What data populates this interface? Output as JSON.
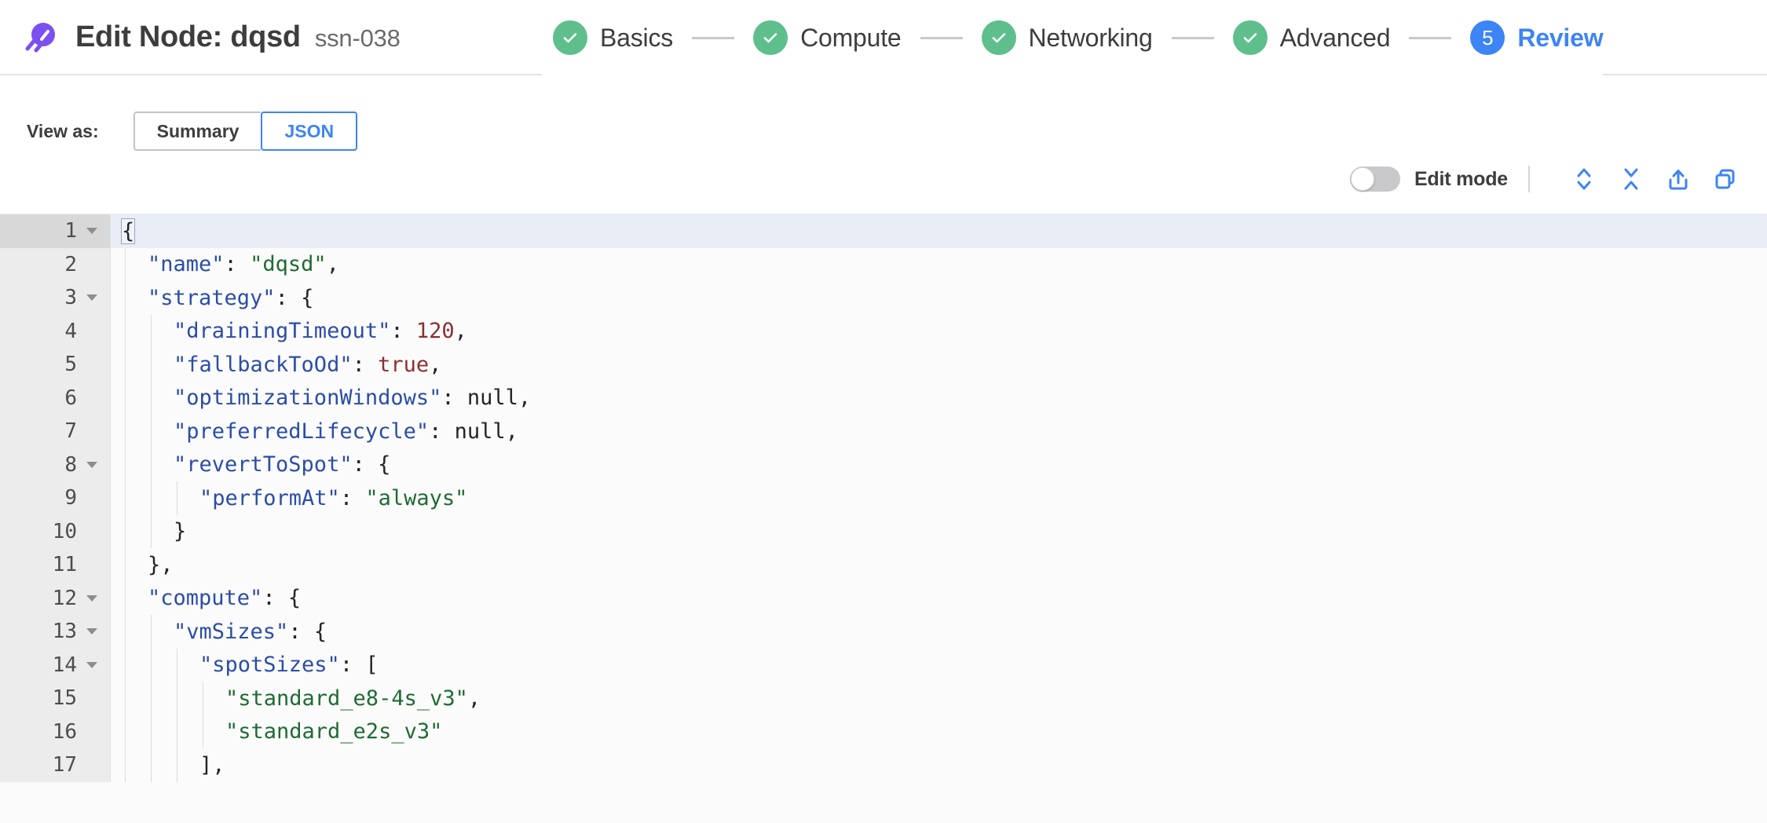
{
  "header": {
    "logo_icon": "spot-comet-logo",
    "title": "Edit Node: dqsd",
    "node_id": "ssn-038",
    "steps": [
      {
        "label": "Basics",
        "state": "done",
        "badge": "check"
      },
      {
        "label": "Compute",
        "state": "done",
        "badge": "check"
      },
      {
        "label": "Networking",
        "state": "done",
        "badge": "check"
      },
      {
        "label": "Advanced",
        "state": "done",
        "badge": "check"
      },
      {
        "label": "Review",
        "state": "current",
        "badge": "5"
      }
    ]
  },
  "view_as": {
    "label": "View as:",
    "options": [
      {
        "label": "Summary",
        "selected": false
      },
      {
        "label": "JSON",
        "selected": true
      }
    ]
  },
  "editor_toolbar": {
    "edit_mode_label": "Edit mode",
    "edit_mode_enabled": false,
    "icons": [
      {
        "name": "expand-all-icon"
      },
      {
        "name": "collapse-all-icon"
      },
      {
        "name": "export-icon"
      },
      {
        "name": "copy-icon"
      }
    ]
  },
  "colors": {
    "accent_blue": "#3d84f5",
    "done_green": "#5ebf8c",
    "logo_purple": "#7c4ff0",
    "json_key": "#2b4da8",
    "json_string": "#1f6b33",
    "json_number": "#8c2f2f",
    "active_line": "#e8edf6"
  },
  "code": {
    "language": "json",
    "active_line": 1,
    "lines": [
      {
        "n": 1,
        "fold": true,
        "indent": 0,
        "tokens": [
          {
            "t": "punc",
            "v": "{",
            "box": true
          }
        ]
      },
      {
        "n": 2,
        "fold": false,
        "indent": 1,
        "tokens": [
          {
            "t": "key",
            "v": "\"name\""
          },
          {
            "t": "punc",
            "v": ": "
          },
          {
            "t": "str",
            "v": "\"dqsd\""
          },
          {
            "t": "punc",
            "v": ","
          }
        ]
      },
      {
        "n": 3,
        "fold": true,
        "indent": 1,
        "tokens": [
          {
            "t": "key",
            "v": "\"strategy\""
          },
          {
            "t": "punc",
            "v": ": {"
          }
        ]
      },
      {
        "n": 4,
        "fold": false,
        "indent": 2,
        "tokens": [
          {
            "t": "key",
            "v": "\"drainingTimeout\""
          },
          {
            "t": "punc",
            "v": ": "
          },
          {
            "t": "num",
            "v": "120"
          },
          {
            "t": "punc",
            "v": ","
          }
        ]
      },
      {
        "n": 5,
        "fold": false,
        "indent": 2,
        "tokens": [
          {
            "t": "key",
            "v": "\"fallbackToOd\""
          },
          {
            "t": "punc",
            "v": ": "
          },
          {
            "t": "bool",
            "v": "true"
          },
          {
            "t": "punc",
            "v": ","
          }
        ]
      },
      {
        "n": 6,
        "fold": false,
        "indent": 2,
        "tokens": [
          {
            "t": "key",
            "v": "\"optimizationWindows\""
          },
          {
            "t": "punc",
            "v": ": "
          },
          {
            "t": "null",
            "v": "null"
          },
          {
            "t": "punc",
            "v": ","
          }
        ]
      },
      {
        "n": 7,
        "fold": false,
        "indent": 2,
        "tokens": [
          {
            "t": "key",
            "v": "\"preferredLifecycle\""
          },
          {
            "t": "punc",
            "v": ": "
          },
          {
            "t": "null",
            "v": "null"
          },
          {
            "t": "punc",
            "v": ","
          }
        ]
      },
      {
        "n": 8,
        "fold": true,
        "indent": 2,
        "tokens": [
          {
            "t": "key",
            "v": "\"revertToSpot\""
          },
          {
            "t": "punc",
            "v": ": {"
          }
        ]
      },
      {
        "n": 9,
        "fold": false,
        "indent": 3,
        "tokens": [
          {
            "t": "key",
            "v": "\"performAt\""
          },
          {
            "t": "punc",
            "v": ": "
          },
          {
            "t": "str",
            "v": "\"always\""
          }
        ]
      },
      {
        "n": 10,
        "fold": false,
        "indent": 2,
        "tokens": [
          {
            "t": "punc",
            "v": "}"
          }
        ]
      },
      {
        "n": 11,
        "fold": false,
        "indent": 1,
        "tokens": [
          {
            "t": "punc",
            "v": "},"
          }
        ]
      },
      {
        "n": 12,
        "fold": true,
        "indent": 1,
        "tokens": [
          {
            "t": "key",
            "v": "\"compute\""
          },
          {
            "t": "punc",
            "v": ": {"
          }
        ]
      },
      {
        "n": 13,
        "fold": true,
        "indent": 2,
        "tokens": [
          {
            "t": "key",
            "v": "\"vmSizes\""
          },
          {
            "t": "punc",
            "v": ": {"
          }
        ]
      },
      {
        "n": 14,
        "fold": true,
        "indent": 3,
        "tokens": [
          {
            "t": "key",
            "v": "\"spotSizes\""
          },
          {
            "t": "punc",
            "v": ": ["
          }
        ]
      },
      {
        "n": 15,
        "fold": false,
        "indent": 4,
        "tokens": [
          {
            "t": "str",
            "v": "\"standard_e8-4s_v3\""
          },
          {
            "t": "punc",
            "v": ","
          }
        ]
      },
      {
        "n": 16,
        "fold": false,
        "indent": 4,
        "tokens": [
          {
            "t": "str",
            "v": "\"standard_e2s_v3\""
          }
        ]
      },
      {
        "n": 17,
        "fold": false,
        "indent": 3,
        "tokens": [
          {
            "t": "punc",
            "v": "],"
          }
        ]
      }
    ]
  }
}
